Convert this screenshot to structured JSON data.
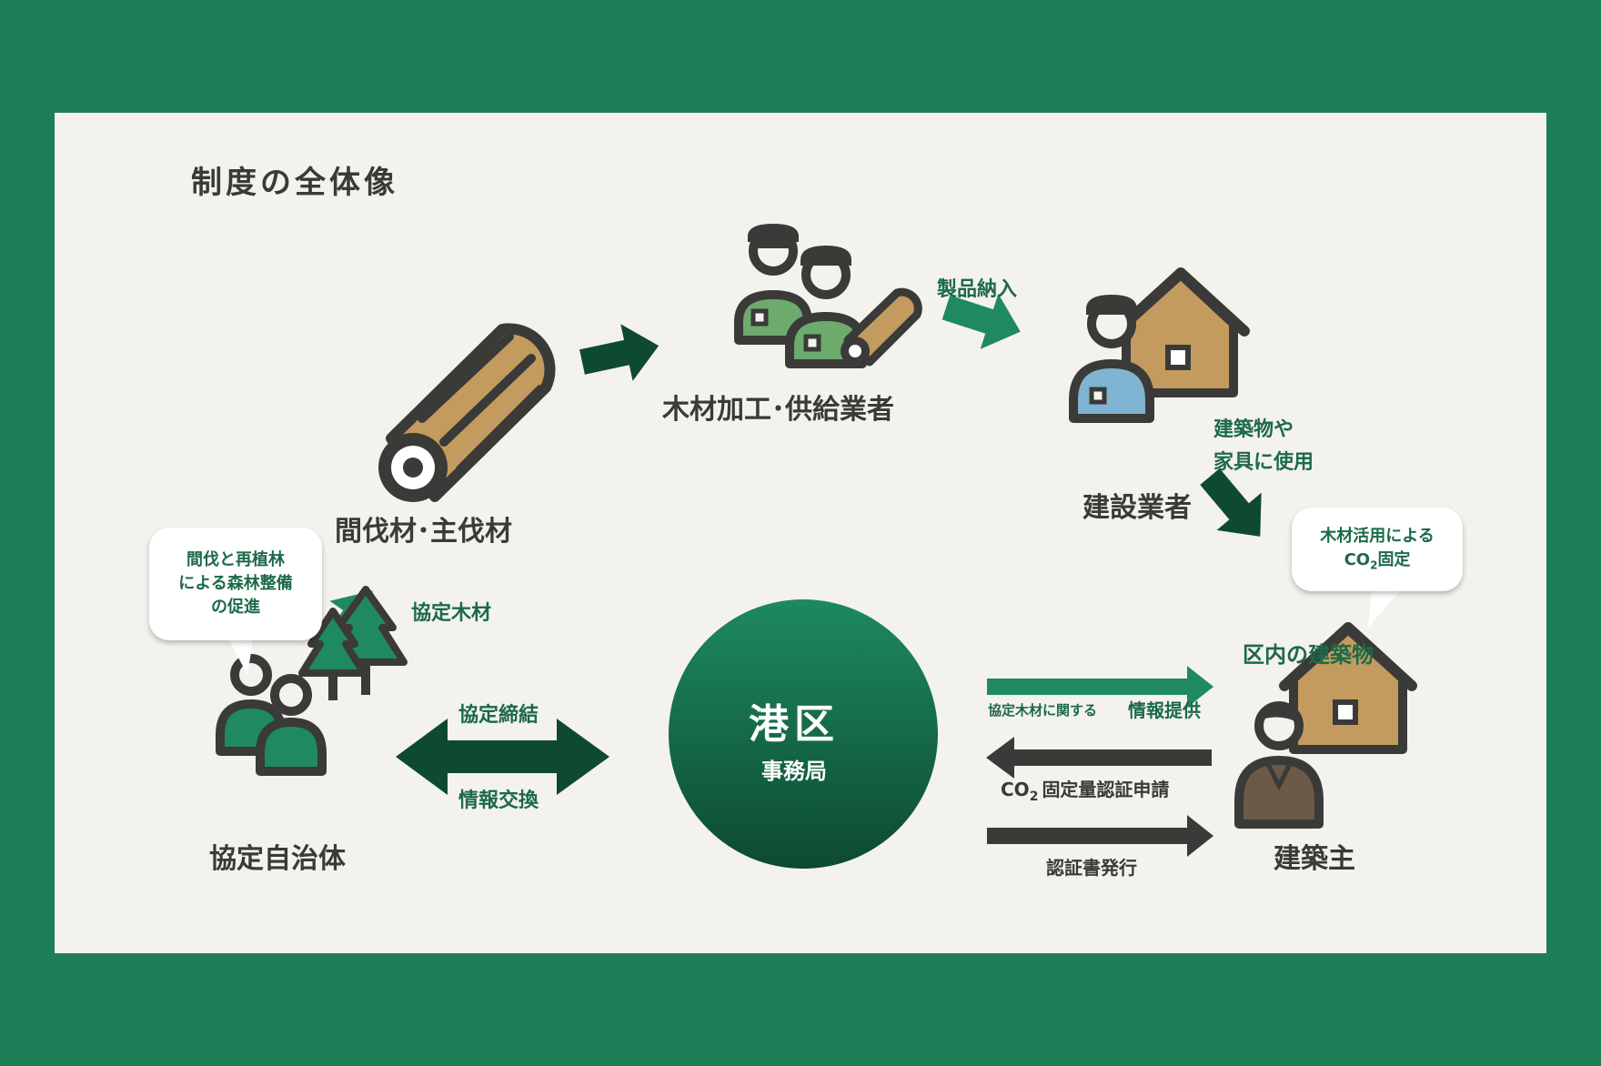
{
  "title": "制度の全体像",
  "nodes": {
    "municipality": "協定自治体",
    "logs": "間伐材･主伐材",
    "processor": "木材加工･供給業者",
    "builder": "建設業者",
    "buildings": "区内の建築物",
    "owner": "建築主",
    "office_name": "港区",
    "office_sub": "事務局"
  },
  "labels": {
    "agreement_wood": "協定木材",
    "product_delivery": "製品納入",
    "use_line1": "建築物や",
    "use_line2": "家具に使用",
    "agreement": "協定締結",
    "info_exchange": "情報交換",
    "info_about": "協定木材に関する",
    "info_provide": "情報提供",
    "co2_prefix": "CO",
    "co2_sub": "2",
    "co2_apply": "固定量認証申請",
    "cert_issue": "認証書発行"
  },
  "bubbles": {
    "forest_line1": "間伐と再植林",
    "forest_line2": "による森林整備",
    "forest_line3": "の促進",
    "co2_line1": "木材活用による",
    "co2_prefix": "CO",
    "co2_sub": "2",
    "co2_suffix": "固定"
  },
  "colors": {
    "frame": "#1e7e58",
    "panel": "#f4f2ed",
    "dark_green": "#0e4a30",
    "mid_green": "#1f8a5f",
    "light_green": "#6cab6c",
    "wood": "#c39b5e",
    "dark_gray": "#3a3a38",
    "blue": "#7fb4d2",
    "brown": "#6b5a47"
  }
}
